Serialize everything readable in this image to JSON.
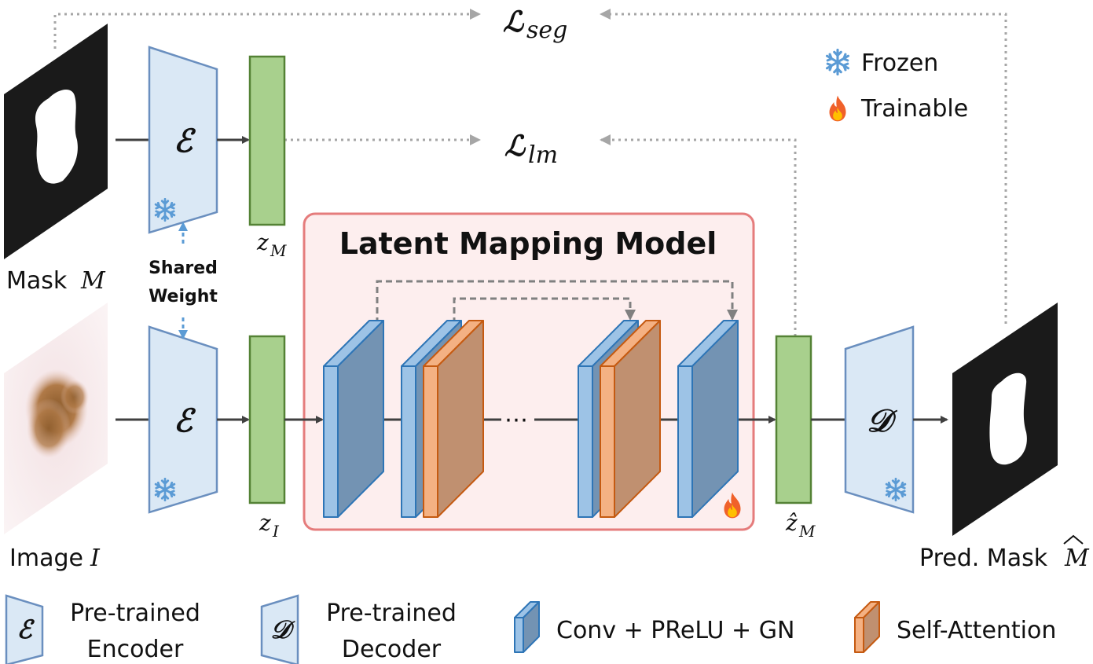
{
  "labels": {
    "loss_seg": "ℒseg",
    "loss_seg_main": "ℒ",
    "loss_seg_sub": "seg",
    "loss_lm_main": "ℒ",
    "loss_lm_sub": "lm",
    "frozen": "Frozen",
    "trainable": "Trainable",
    "mask_text": "Mask ",
    "mask_var": "M",
    "image_text": "Image ",
    "image_var": "I",
    "pred_text": "Pred. Mask ",
    "pred_var": "M",
    "shared_line1": "Shared",
    "shared_line2": "Weight",
    "encoder_symbol": "ℰ",
    "decoder_symbol": "𝒟",
    "zm_main": "z",
    "zm_sub": "M",
    "zi_main": "z",
    "zi_sub": "I",
    "zhat_main": "ẑ",
    "zhat_sub": "M",
    "lmm_title": "Latent Mapping Model",
    "ellipsis": "⋯"
  },
  "legend": {
    "encoder_line1": "Pre-trained",
    "encoder_line2": "Encoder",
    "decoder_line1": "Pre-trained",
    "decoder_line2": "Decoder",
    "conv": "Conv + PReLU + GN",
    "attn": "Self-Attention"
  },
  "colors": {
    "encoder_fill": "#dae8f5",
    "encoder_stroke": "#6a8fbf",
    "latent_fill": "#a8d08d",
    "latent_stroke": "#548235",
    "conv_front": "#9dc3e6",
    "conv_side": "#7393b3",
    "conv_stroke": "#2e75b6",
    "attn_front": "#f4b183",
    "attn_side": "#c09070",
    "attn_stroke": "#c55a11",
    "lmm_fill": "#fdeeee",
    "lmm_stroke": "#e57c7c",
    "dotted": "#a6a6a6",
    "dashed": "#808080",
    "snowflake": "#5b9bd5",
    "flame": "#f0612a"
  }
}
